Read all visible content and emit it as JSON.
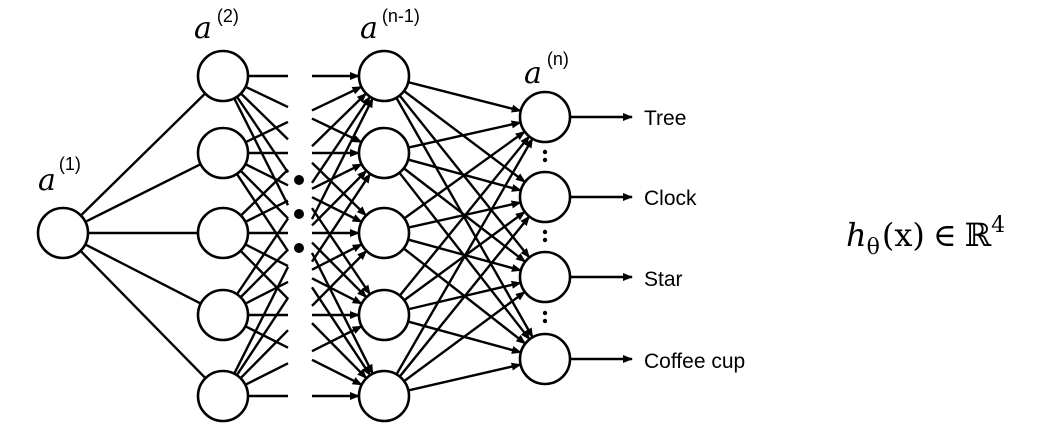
{
  "layers": [
    {
      "symbol": "a",
      "superscript": "(1)"
    },
    {
      "symbol": "a",
      "superscript": "(2)"
    },
    {
      "symbol": "a",
      "superscript": "(n-1)"
    },
    {
      "symbol": "a",
      "superscript": "(n)"
    }
  ],
  "outputs": [
    "Tree",
    "Clock",
    "Star",
    "Coffee cup"
  ],
  "formula": {
    "h": "h",
    "theta": "θ",
    "arg": "(x)",
    "in": "∈",
    "set": "ℝ",
    "power": "4"
  }
}
